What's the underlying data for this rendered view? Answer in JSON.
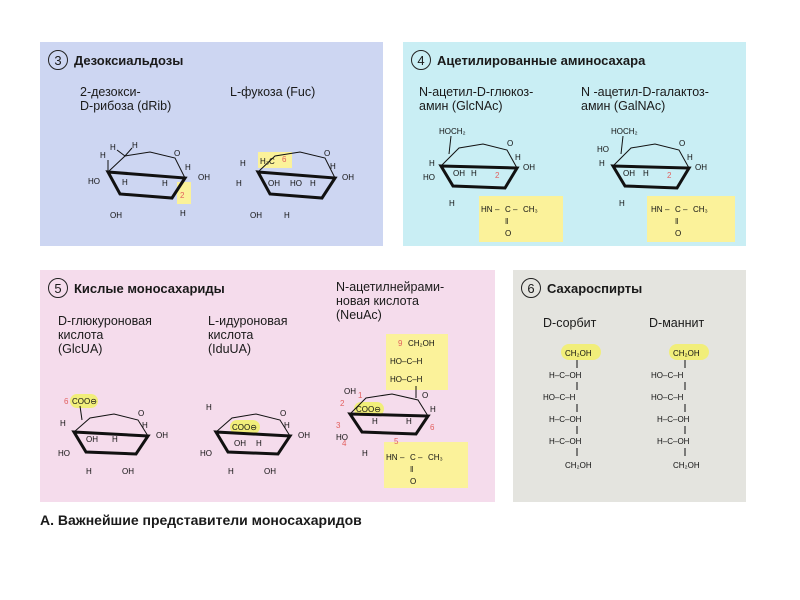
{
  "caption": "А. Важнейшие представители моносахаридов",
  "panels": {
    "deoxy": {
      "number": "3",
      "title": "Дезоксиальдозы",
      "items": [
        {
          "name_l1": "2-дезокси-",
          "name_l2": "D-рибоза (dRib)",
          "carbon_num": "2"
        },
        {
          "name_l1": "L-фукоза (Fuc)",
          "carbon_num": "6"
        }
      ]
    },
    "amino": {
      "number": "4",
      "title": "Ацетилированные аминосахара",
      "items": [
        {
          "name_l1": "N-ацетил-D-глюкоз-",
          "name_l2": "амин (GlcNAc)",
          "carbon_num": "2"
        },
        {
          "name_l1": "N -ацетил-D-галактоз-",
          "name_l2": "амин (GalNAc)",
          "carbon_num": "2"
        }
      ]
    },
    "acidic": {
      "number": "5",
      "title": "Кислые моносахариды",
      "items": [
        {
          "name_l1": "D-глюкуроновая",
          "name_l2": "кислота",
          "name_l3": "(GlcUA)",
          "carbon_num": "6"
        },
        {
          "name_l1": "L-идуроновая",
          "name_l2": "кислота",
          "name_l3": "(IduUA)"
        },
        {
          "name_l1": "N-ацетилнейрами-",
          "name_l2": "новая кислота",
          "name_l3": "(NeuAc)",
          "carbon_nums": [
            "9",
            "1",
            "2",
            "3",
            "4",
            "5",
            "6"
          ]
        }
      ]
    },
    "sugar_alcohols": {
      "number": "6",
      "title": "Сахароспирты",
      "items": [
        {
          "name": "D-сорбит",
          "rows": [
            "CH₂OH",
            "H–C–OH",
            "HO–C–H",
            "H–C–OH",
            "H–C–OH",
            "CH₂OH"
          ]
        },
        {
          "name": "D-маннит",
          "rows": [
            "CH₂OH",
            "HO–C–H",
            "HO–C–H",
            "H–C–OH",
            "H–C–OH",
            "CH₂OH"
          ]
        }
      ]
    }
  },
  "atoms": {
    "H": "H",
    "OH": "OH",
    "HO": "HO",
    "O": "O",
    "OO": "O",
    "H3C": "H₃C",
    "HOCH2": "HOCH₂",
    "coo": "COO⊖",
    "HN": "HN",
    "dash1": "–",
    "C": "C",
    "dash2": "–",
    "CH3": "CH₃",
    "dbl": "‖",
    "CH2OH": "CH₂OH",
    "HOCH": "HO–C–H",
    "HCOH": "H–C–OH"
  }
}
